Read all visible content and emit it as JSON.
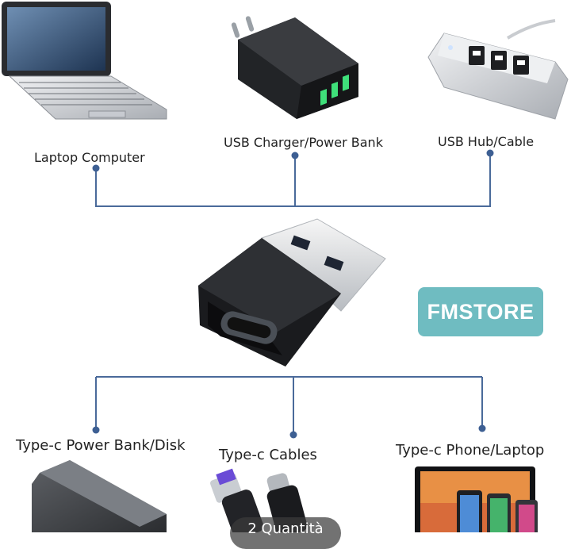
{
  "brand": {
    "badge_text": "FMSTORE",
    "badge_color": "#6fbcc1"
  },
  "line_color": "#4a6a9a",
  "top_devices": [
    {
      "label": "Laptop Computer",
      "icon": "laptop-icon"
    },
    {
      "label": "USB Charger/Power Bank",
      "icon": "usb-charger-icon"
    },
    {
      "label": "USB Hub/Cable",
      "icon": "usb-hub-icon"
    }
  ],
  "center_product": {
    "icon": "usb-a-to-usb-c-adapter-icon"
  },
  "bottom_devices": [
    {
      "label": "Type-c Power Bank/Disk",
      "icon": "power-bank-icon"
    },
    {
      "label": "Type-c Cables",
      "icon": "usb-c-cables-icon"
    },
    {
      "label": "Type-c Phone/Laptop",
      "icon": "phones-laptop-icon"
    }
  ],
  "quantity_overlay": {
    "text": "2 Quantità"
  }
}
